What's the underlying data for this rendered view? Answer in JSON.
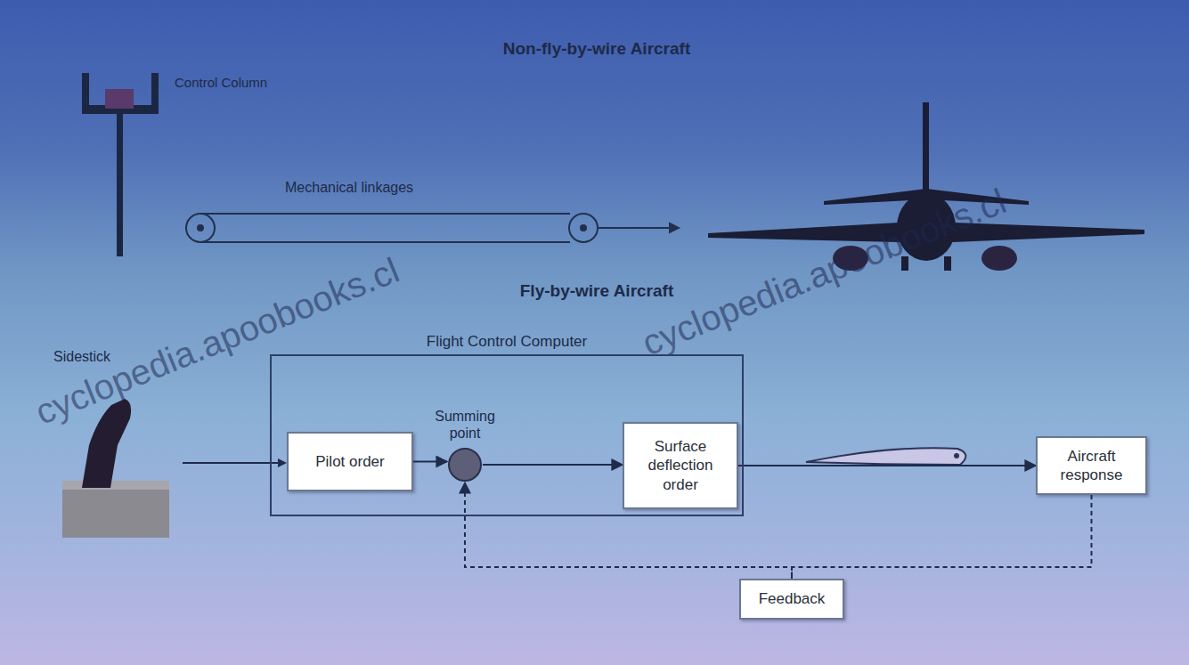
{
  "diagram": {
    "nodes": [
      {
        "text": [
          "Flight Control Computer"
        ]
      },
      {
        "text": [
          "Pilot order"
        ],
        "in": 0
      },
      {
        "text": [
          "Summing point"
        ],
        "in": 0
      },
      {
        "text": [
          "Surface deflection order"
        ],
        "in": 0
      },
      {
        "text": [
          "Aircraft response"
        ]
      },
      {
        "text": [
          "Feedback"
        ]
      }
    ],
    "edges": [
      {
        "from": 1,
        "to": 2,
        "arrow": "to"
      },
      {
        "from": 2,
        "to": 3,
        "arrow": "to"
      },
      {
        "from": 3,
        "to": 4,
        "arrow": "to"
      },
      {
        "from": 4,
        "to": 5,
        "arrow": "none"
      },
      {
        "from": 5,
        "to": 2,
        "arrow": "to"
      }
    ],
    "labels": [
      "Non-fly-by-wire Aircraft",
      "Control Column",
      "Mechanical linkages",
      "Fly-by-wire Aircraft",
      "Sidestick",
      "cyclopedia.apoobooks.cl",
      "cyclopedia.apoobooks.cl"
    ]
  }
}
